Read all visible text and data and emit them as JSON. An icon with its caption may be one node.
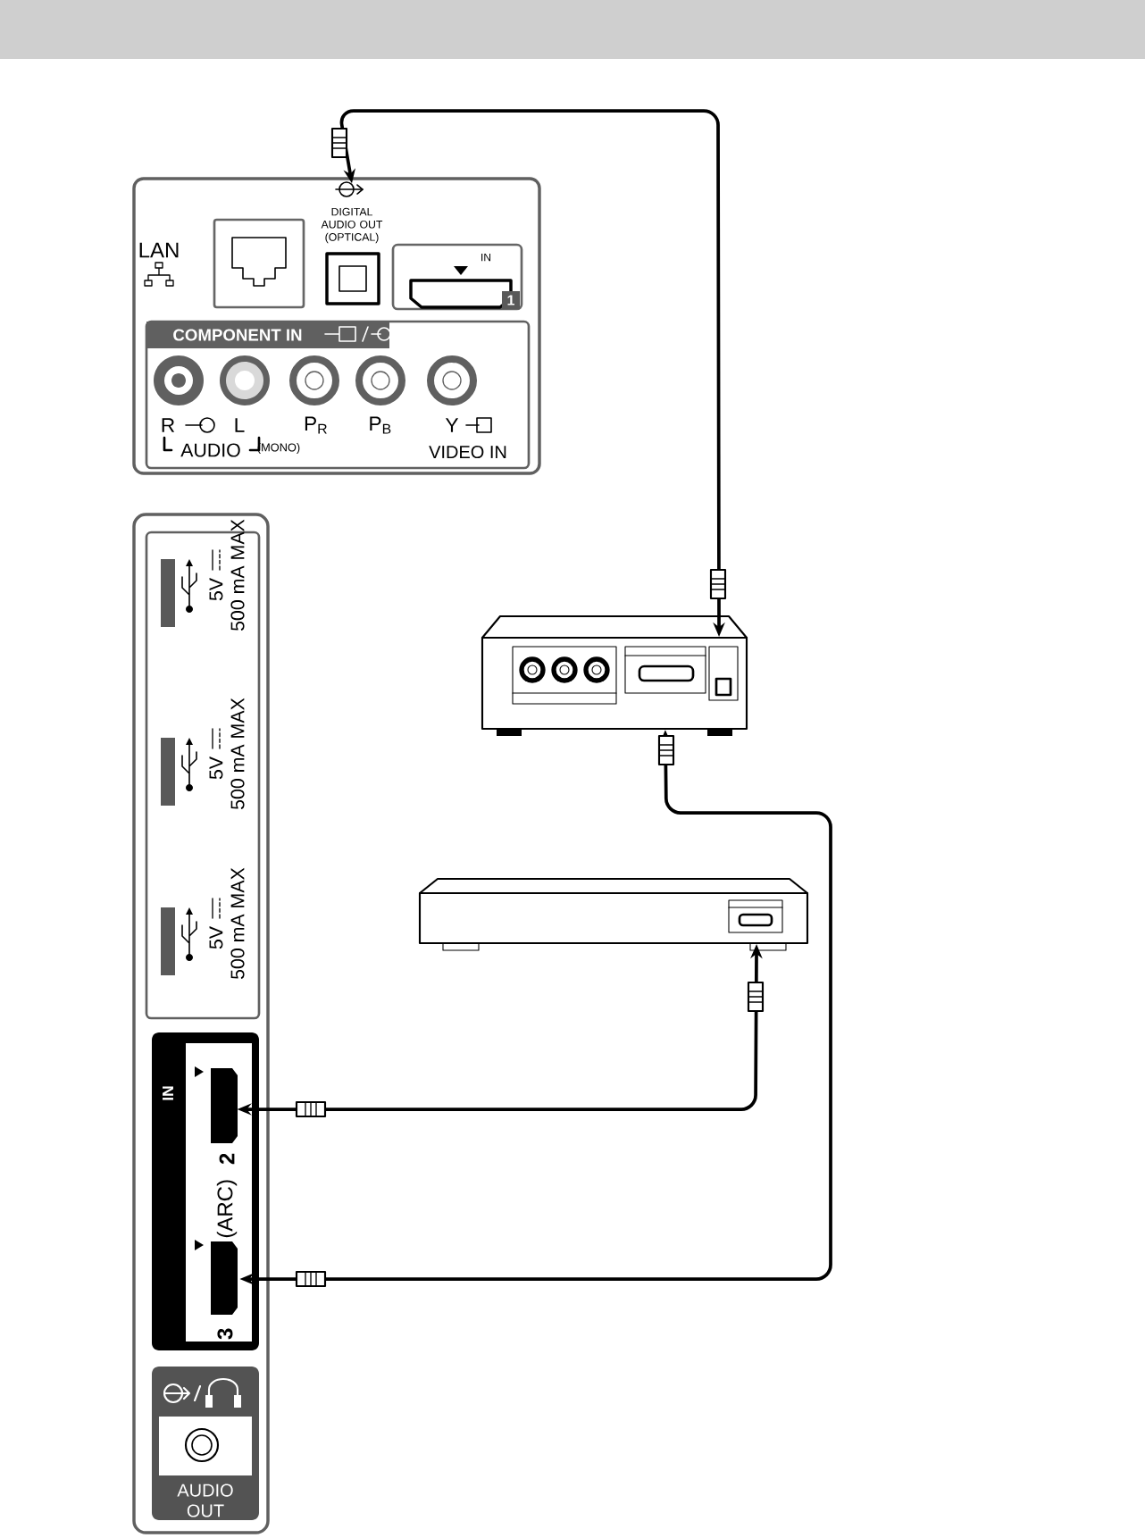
{
  "diagram": {
    "nodes": [
      {
        "text": [],
        "shape": "box"
      },
      {
        "text": [
          "DIGITAL AUDIO OUT (OPTICAL)"
        ],
        "in": 0
      },
      {
        "text": [],
        "shape": "box"
      },
      {
        "text": [
          "2"
        ],
        "in": 2
      },
      {
        "text": [
          "3",
          "(ARC)"
        ],
        "in": 2
      },
      {
        "text": [],
        "shape": "box"
      },
      {
        "text": [],
        "shape": "box"
      }
    ],
    "edges": [
      {
        "from": 5,
        "to": 1,
        "arrow": "both"
      },
      {
        "from": 6,
        "to": 3,
        "arrow": "both"
      },
      {
        "from": 5,
        "to": 4,
        "arrow": "both"
      }
    ],
    "labels": [
      "LAN",
      "IN",
      "1",
      "COMPONENT IN",
      "R",
      "L",
      "AUDIO",
      "(MONO)",
      "P$_{R}$",
      "P$_{B}$",
      "Y",
      "VIDEO IN",
      "5V",
      "500 mA MAX",
      "5V",
      "500 mA MAX",
      "5V",
      "500 mA MAX",
      "IN",
      "AUDIO OUT"
    ]
  }
}
